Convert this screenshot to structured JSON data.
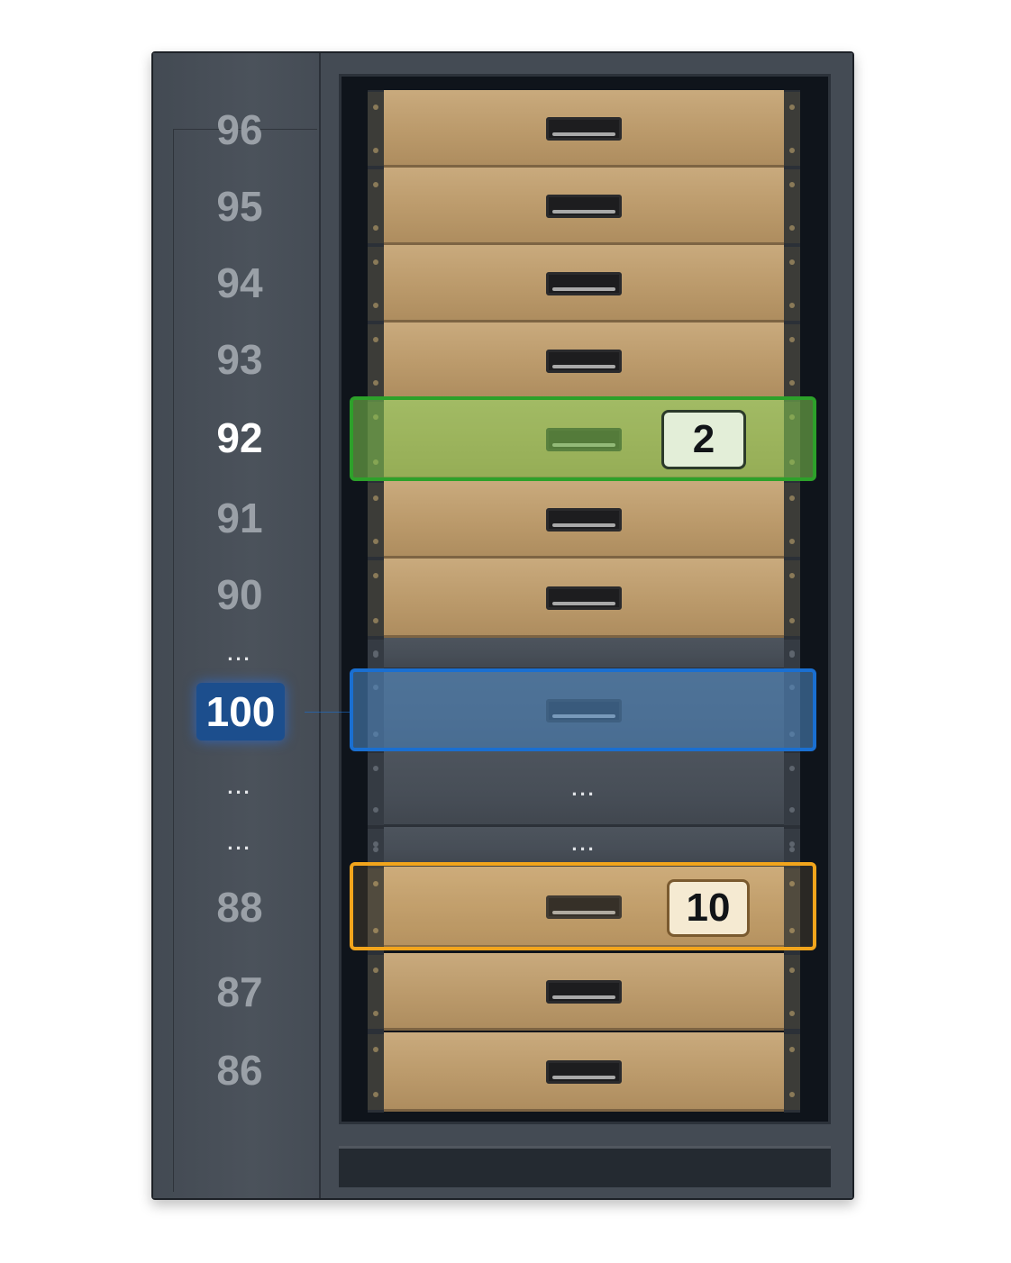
{
  "unit_labels": {
    "u96": "96",
    "u95": "95",
    "u94": "94",
    "u93": "93",
    "u92": "92",
    "u91": "91",
    "u90": "90",
    "u100": "100",
    "u88": "88",
    "u87": "87",
    "u86": "86",
    "ellipsis_a": "...",
    "ellipsis_b": "...",
    "ellipsis_c": "..."
  },
  "rack": {
    "ellipsis_a": "...",
    "ellipsis_b": "..."
  },
  "highlights": {
    "green": {
      "badge": "2",
      "color": "#2da12a"
    },
    "blue": {
      "color": "#1a6fd1"
    },
    "orange": {
      "badge": "10",
      "color": "#f2a51c"
    }
  },
  "colors": {
    "cabinet": "#3a4049",
    "drawer_face": "#bb9a6b",
    "empty_slot": "#474e57"
  }
}
